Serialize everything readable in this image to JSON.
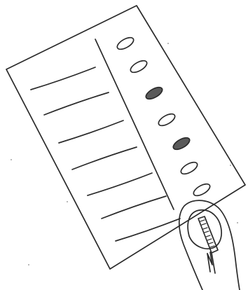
{
  "sheet": {
    "answer_lines": 7,
    "bubbles": [
      {
        "state": "empty"
      },
      {
        "state": "empty"
      },
      {
        "state": "filled"
      },
      {
        "state": "empty"
      },
      {
        "state": "filled"
      },
      {
        "state": "empty"
      },
      {
        "state": "empty"
      }
    ]
  },
  "pencil": {
    "icon": "pencil-icon"
  },
  "hand": {
    "icon": "thumb-icon"
  },
  "colors": {
    "ink": "#2b2b2b",
    "paper": "#ffffff",
    "bubble_fill": "#5a5a5a"
  }
}
